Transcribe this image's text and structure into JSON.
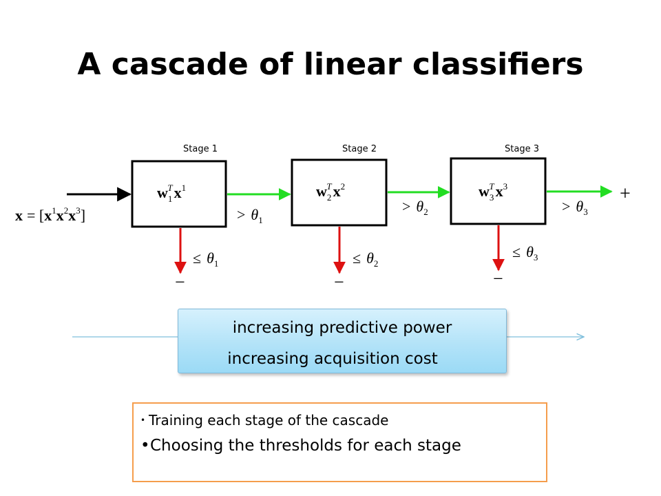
{
  "title": "A cascade of linear classifiers",
  "stages": [
    {
      "label": "Stage 1",
      "w_sub": "1",
      "x_sup": "1",
      "pass_sub": "1",
      "reject_sub": "1"
    },
    {
      "label": "Stage 2",
      "w_sub": "2",
      "x_sup": "2",
      "pass_sub": "2",
      "reject_sub": "2"
    },
    {
      "label": "Stage 3",
      "w_sub": "3",
      "x_sup": "3",
      "pass_sub": "3",
      "reject_sub": "3"
    }
  ],
  "input_expression": {
    "lhs": "x",
    "equals": "= [",
    "terms": [
      "1",
      "2",
      "3"
    ],
    "close": "]"
  },
  "symbols": {
    "weight": "w",
    "transpose": "T",
    "feature": "x",
    "greater": ">",
    "less_equal": "≤",
    "theta": "θ",
    "positive": "+",
    "negative": "−"
  },
  "scale": {
    "line1": "increasing predictive power",
    "line2": "increasing acquisition cost"
  },
  "issues": [
    "Training each stage of the cascade",
    "Choosing the thresholds for each stage"
  ],
  "colors": {
    "pass_arrow": "#22dd22",
    "reject_arrow": "#dd1111",
    "input_arrow": "#000000",
    "scale_line": "#7fbfdc",
    "issues_border": "#f59d4c"
  }
}
